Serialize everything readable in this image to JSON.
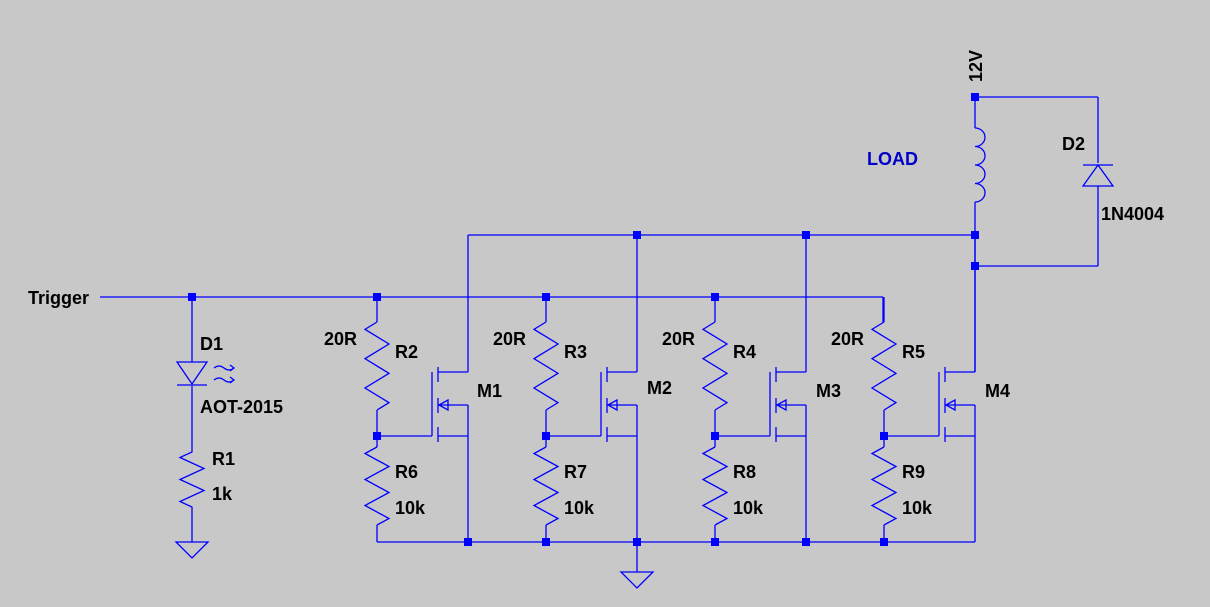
{
  "net_labels": {
    "trigger": "Trigger",
    "supply": "12V"
  },
  "load": {
    "name": "LOAD"
  },
  "d1": {
    "name": "D1",
    "value": "AOT-2015"
  },
  "r1": {
    "name": "R1",
    "value": "1k"
  },
  "d2": {
    "name": "D2",
    "value": "1N4004"
  },
  "stages": [
    {
      "gate_r": "R2",
      "gate_r_value": "20R",
      "pulldown_r": "R6",
      "pulldown_value": "10k",
      "mosfet": "M1"
    },
    {
      "gate_r": "R3",
      "gate_r_value": "20R",
      "pulldown_r": "R7",
      "pulldown_value": "10k",
      "mosfet": "M2"
    },
    {
      "gate_r": "R4",
      "gate_r_value": "20R",
      "pulldown_r": "R8",
      "pulldown_value": "10k",
      "mosfet": "M3"
    },
    {
      "gate_r": "R5",
      "gate_r_value": "20R",
      "pulldown_r": "R9",
      "pulldown_value": "10k",
      "mosfet": "M4"
    }
  ],
  "colors": {
    "background": "#c8c8c8",
    "wire": "#0000ff",
    "label": "#000000",
    "load_label": "#0000c8"
  }
}
